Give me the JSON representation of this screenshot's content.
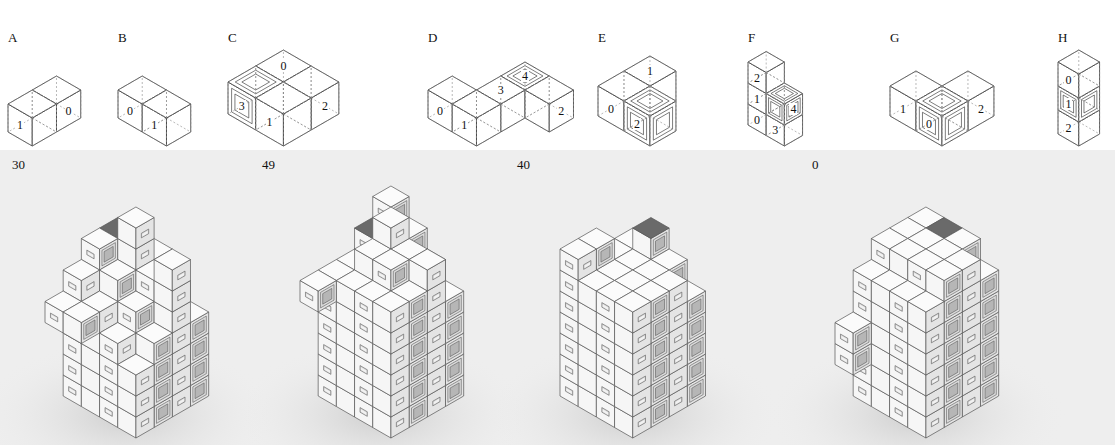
{
  "diagram": {
    "labels": [
      "A",
      "1",
      "0",
      "B",
      "0",
      "1",
      "C",
      "0",
      "3",
      "2",
      "1",
      "D",
      "4",
      "0",
      "3",
      "2",
      "1",
      "E",
      "1",
      "0",
      "2",
      "F",
      "2",
      "1",
      "4",
      "0",
      "3",
      "G",
      "1",
      "0",
      "2",
      "H",
      "0",
      "1",
      "2",
      "30",
      "49",
      "40",
      "0"
    ]
  }
}
